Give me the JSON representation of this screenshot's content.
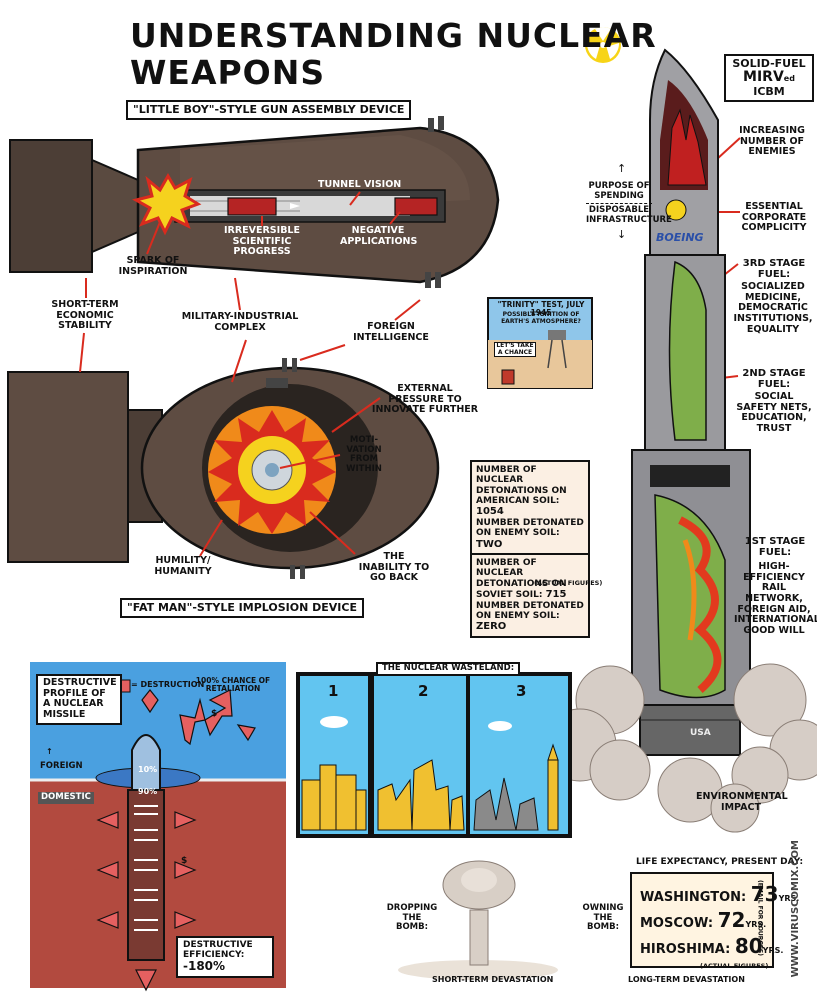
{
  "title": "Understanding Nuclear Weapons",
  "colors": {
    "bomb": "#5a4a40",
    "steel": "#9a9a9a",
    "fire_red": "#d92b1e",
    "fire_orange": "#f08a1a",
    "fire_yellow": "#f5d21e",
    "fuel_green": "#7fae4a",
    "sky": "#4aa0e0",
    "soil": "#b24a3f",
    "wasteland_yellow": "#f0c030",
    "cloud": "#d8d0c8",
    "radiation_yellow": "#f7d417"
  },
  "icons": [
    "radiation-icon",
    "sad-face-icon"
  ],
  "little_boy": {
    "heading": "\"Little Boy\"-style gun assembly device",
    "spark": "Spark of inspiration",
    "tunnel": "Tunnel vision",
    "irreversible": "Irreversible scientific progress",
    "negative": "Negative applications"
  },
  "short_term_stability": "Short-term economic stability",
  "mic": "Military-industrial complex",
  "foreign_intel": "Foreign intelligence",
  "fat_man": {
    "heading": "\"Fat Man\"-style implosion device",
    "external_pressure": "External pressure to innovate further",
    "motivation": "Moti-vation from within",
    "humility": "Humility/ humanity",
    "inability": "The inability to go back"
  },
  "trinity": {
    "caption": "\"Trinity\" test, July 1945",
    "sub": "Possible ignition of Earth's atmosphere?",
    "sign": "Let's take a chance"
  },
  "stats": {
    "us_label": "Number of nuclear detonations on American soil:",
    "us_value": "1054",
    "us_enemy_label": "Number detonated on enemy soil:",
    "us_enemy_value": "Two",
    "ussr_label": "Number of nuclear detonations on Soviet soil:",
    "ussr_value": "715",
    "ussr_enemy_label": "Number detonated on enemy soil:",
    "ussr_enemy_value": "Zero",
    "note": "(actual figures)"
  },
  "rocket": {
    "heading_line1": "Solid-fuel",
    "heading_mirv": "MIRV",
    "heading_ed": "ed",
    "heading_icbm": "ICBM",
    "enemies": "Increasing number of enemies",
    "purpose": "Purpose of spending",
    "disposable": "Disposable infrastructure",
    "corporate": "Essential corporate complicity",
    "boeing": "BOEING",
    "stage3_title": "3rd stage fuel:",
    "stage3_items": "Socialized medicine, democratic institutions, equality",
    "stage2_title": "2nd stage fuel:",
    "stage2_items": "Social safety nets, education, trust",
    "stage1_title": "1st stage fuel:",
    "stage1_items": "High-efficiency rail network, foreign aid, international good will",
    "environmental": "Environmental impact",
    "usa": "USA"
  },
  "missile_profile": {
    "heading": "Destructive profile of a nuclear missile",
    "legend": "= Destruction",
    "retaliation": "100% chance of retaliation",
    "foreign": "Foreign",
    "domestic": "Domestic",
    "pct_foreign": "10%",
    "pct_domestic": "90%",
    "efficiency_label": "Destructive efficiency:",
    "efficiency_value": "-180%",
    "dollar": "$"
  },
  "wasteland": {
    "heading": "The nuclear wasteland:",
    "panels": [
      "1",
      "2",
      "3"
    ]
  },
  "dropping": {
    "label": "Dropping the bomb:",
    "caption": "Short-term devastation"
  },
  "owning": {
    "label": "Owning the bomb:",
    "caption": "Long-term devastation"
  },
  "life_expectancy": {
    "heading": "Life expectancy, present day:",
    "rows": [
      {
        "city": "Washington:",
        "value": "73",
        "unit": "yrs."
      },
      {
        "city": "Moscow:",
        "value": "72",
        "unit": "yrs."
      },
      {
        "city": "Hiroshima:",
        "value": "80",
        "unit": "yrs."
      }
    ],
    "email": "(email for sources)",
    "note": "(actual figures)"
  },
  "credit": "www.viruscomix.com"
}
